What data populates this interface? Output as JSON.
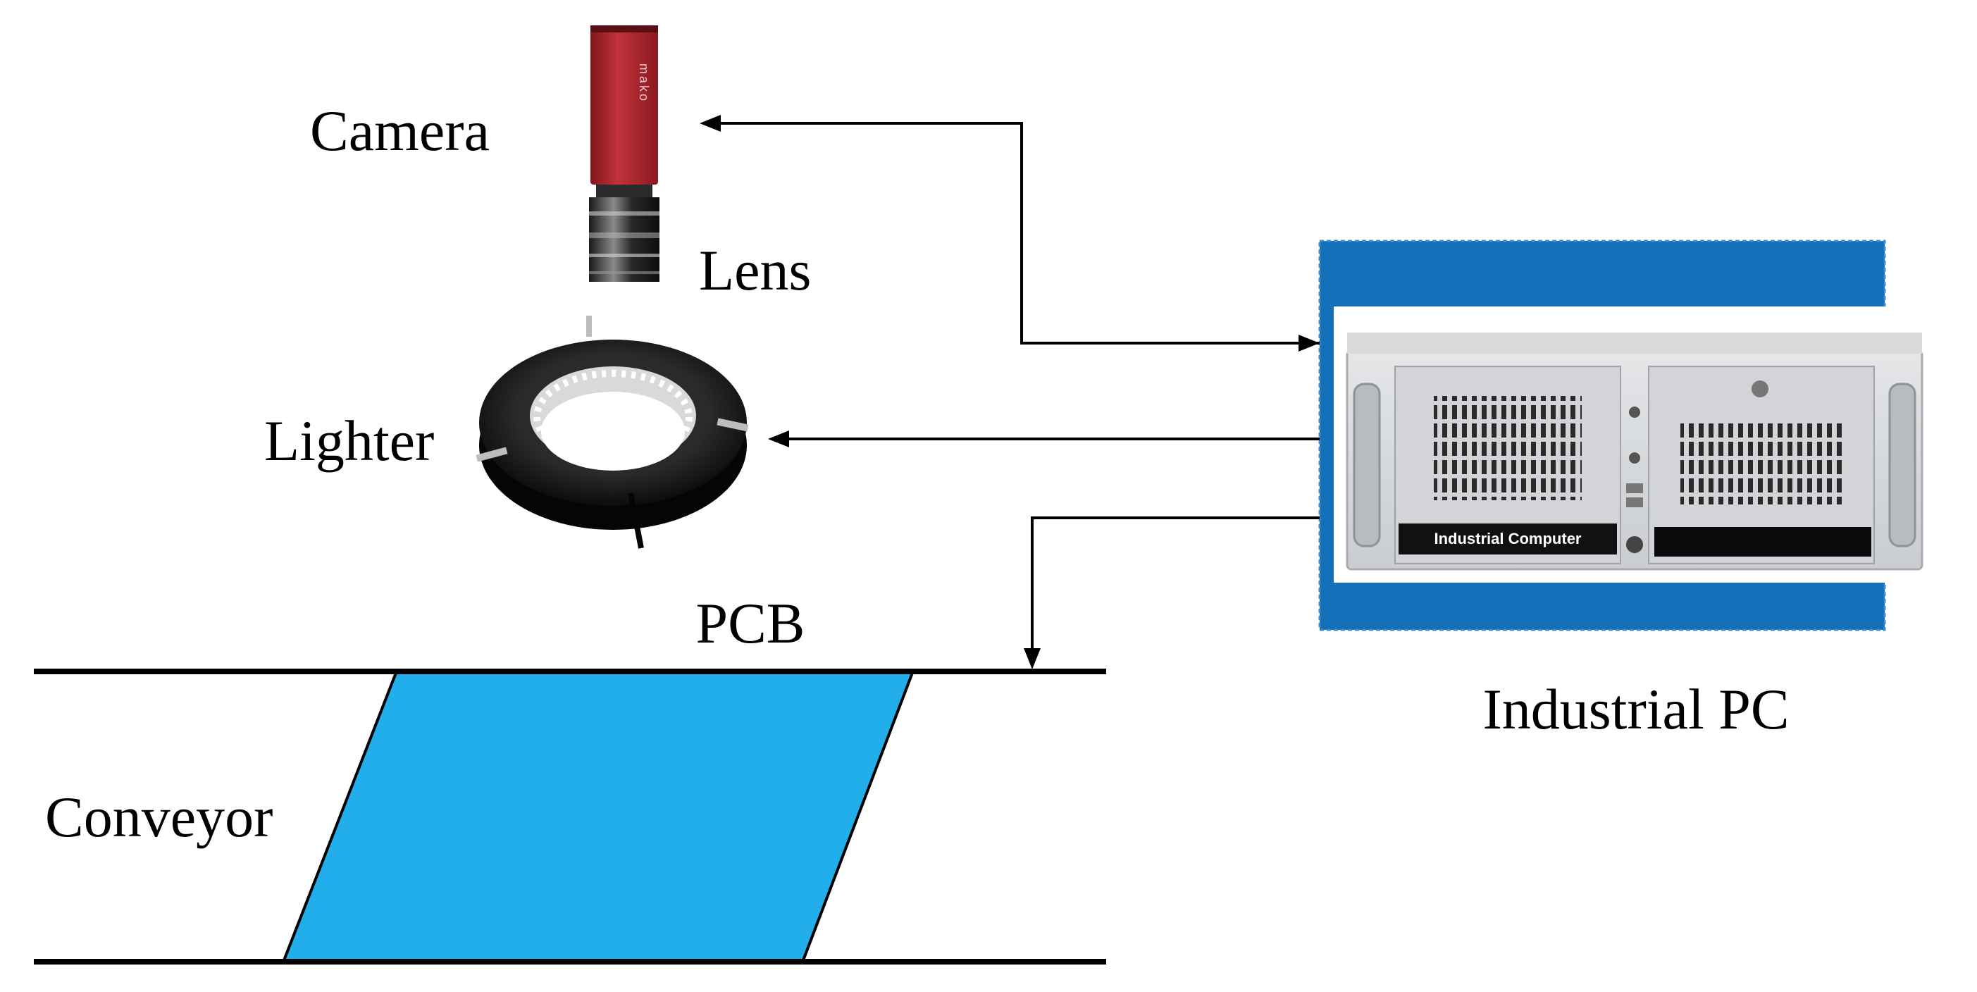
{
  "labels": {
    "camera": "Camera",
    "lens": "Lens",
    "lighter": "Lighter",
    "pcb": "PCB",
    "conveyor": "Conveyor",
    "industrial_pc": "Industrial PC",
    "pc_panel": "Industrial Computer",
    "camera_brand": "mako"
  },
  "colors": {
    "pcb_fill": "#22aeea",
    "pc_frame": "#1370b9",
    "camera_body": "#b0252b",
    "lighter_body": "#141414",
    "line": "#000000"
  },
  "icons": {
    "camera": "camera-icon",
    "lens": "lens-icon",
    "lighter": "ring-light-icon",
    "industrial_pc": "rack-computer-icon"
  }
}
